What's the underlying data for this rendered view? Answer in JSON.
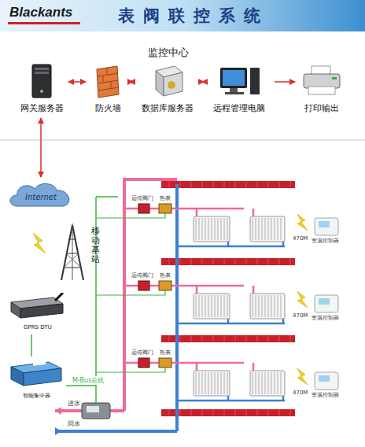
{
  "diagram": {
    "title": "表阀联控系统",
    "nodes": [
      {
        "text": [
          "网关服务器"
        ]
      },
      {
        "text": [
          "防火墙"
        ]
      },
      {
        "text": [
          "数据库服务器"
        ]
      },
      {
        "text": [
          "远程管理电脑"
        ]
      },
      {
        "text": [
          "打印输出"
        ]
      },
      {
        "text": [
          "Internet"
        ]
      },
      {
        "text": [
          "移动基站"
        ]
      },
      {
        "text": [
          "GPRS DTU"
        ]
      },
      {
        "text": [
          "智能集中器"
        ]
      }
    ],
    "edges": [
      {
        "from": 0,
        "to": 1,
        "arrow": "both"
      },
      {
        "from": 1,
        "to": 2,
        "arrow": "both"
      },
      {
        "from": 2,
        "to": 3,
        "arrow": "both"
      },
      {
        "from": 3,
        "to": 4,
        "arrow": "to"
      },
      {
        "from": 0,
        "to": 5,
        "arrow": "both"
      },
      {
        "from": 7,
        "to": 8,
        "arrow": "none"
      }
    ],
    "labels": [
      "Blackants",
      "监控中心",
      "远传阀门",
      "热表",
      "470M",
      "室温控制器",
      "远传阀门",
      "热表",
      "470M",
      "室温控制器",
      "远传阀门",
      "热表",
      "470M",
      "室温控制器",
      "M-Bus总线",
      "进水",
      "回水"
    ]
  }
}
